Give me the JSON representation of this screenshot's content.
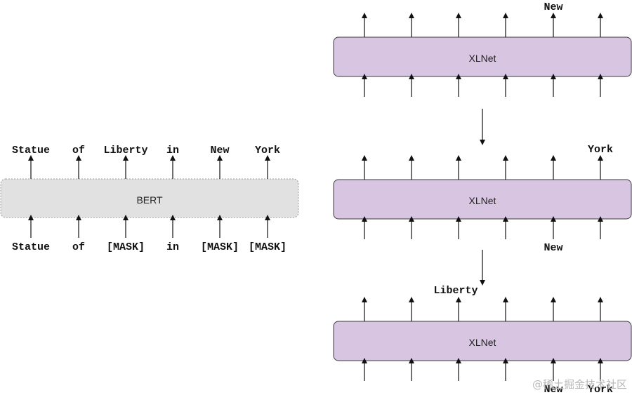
{
  "bert": {
    "label": "BERT",
    "fill": "#e1e1e1",
    "stroke": "#9a9a9a",
    "outputs": [
      "Statue",
      "of",
      "Liberty",
      "in",
      "New",
      "York"
    ],
    "inputs": [
      "Statue",
      "of",
      "[MASK]",
      "in",
      "[MASK]",
      "[MASK]"
    ]
  },
  "xlnet": {
    "fill": "#d8c5e2",
    "stroke": "#3a3a3a",
    "steps": [
      {
        "label": "XLNet",
        "output_label": "New",
        "input_labels": []
      },
      {
        "label": "XLNet",
        "output_label": "York",
        "input_labels": [
          "New"
        ]
      },
      {
        "label": "XLNet",
        "output_label": "Liberty",
        "input_labels": [
          "New",
          "York"
        ]
      }
    ]
  },
  "watermark": "@稀土掘金技术社区"
}
